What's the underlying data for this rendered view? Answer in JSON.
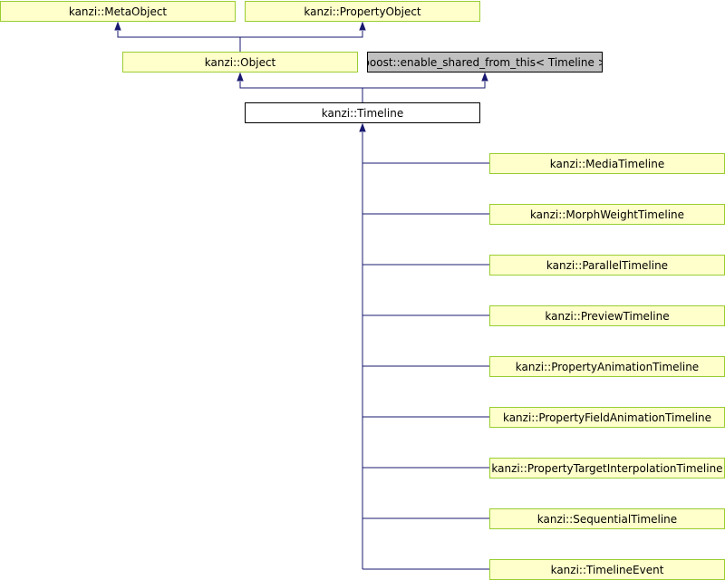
{
  "nodes": {
    "metaobject": "kanzi::MetaObject",
    "propertyobject": "kanzi::PropertyObject",
    "object": "kanzi::Object",
    "enable_shared": "boost::enable_shared_from_this< Timeline >",
    "timeline": "kanzi::Timeline",
    "media": "kanzi::MediaTimeline",
    "morphweight": "kanzi::MorphWeightTimeline",
    "parallel": "kanzi::ParallelTimeline",
    "preview": "kanzi::PreviewTimeline",
    "propanim": "kanzi::PropertyAnimationTimeline",
    "propfield": "kanzi::PropertyFieldAnimationTimeline",
    "proptarget": "kanzi::PropertyTargetInterpolationTimeline",
    "sequential": "kanzi::SequentialTimeline",
    "event": "kanzi::TimelineEvent"
  },
  "colors": {
    "node_border": "#9acd32",
    "node_fill": "#ffffcc",
    "current_fill": "#ffffff",
    "external_fill": "#c0c0c0",
    "edge": "#191970"
  }
}
